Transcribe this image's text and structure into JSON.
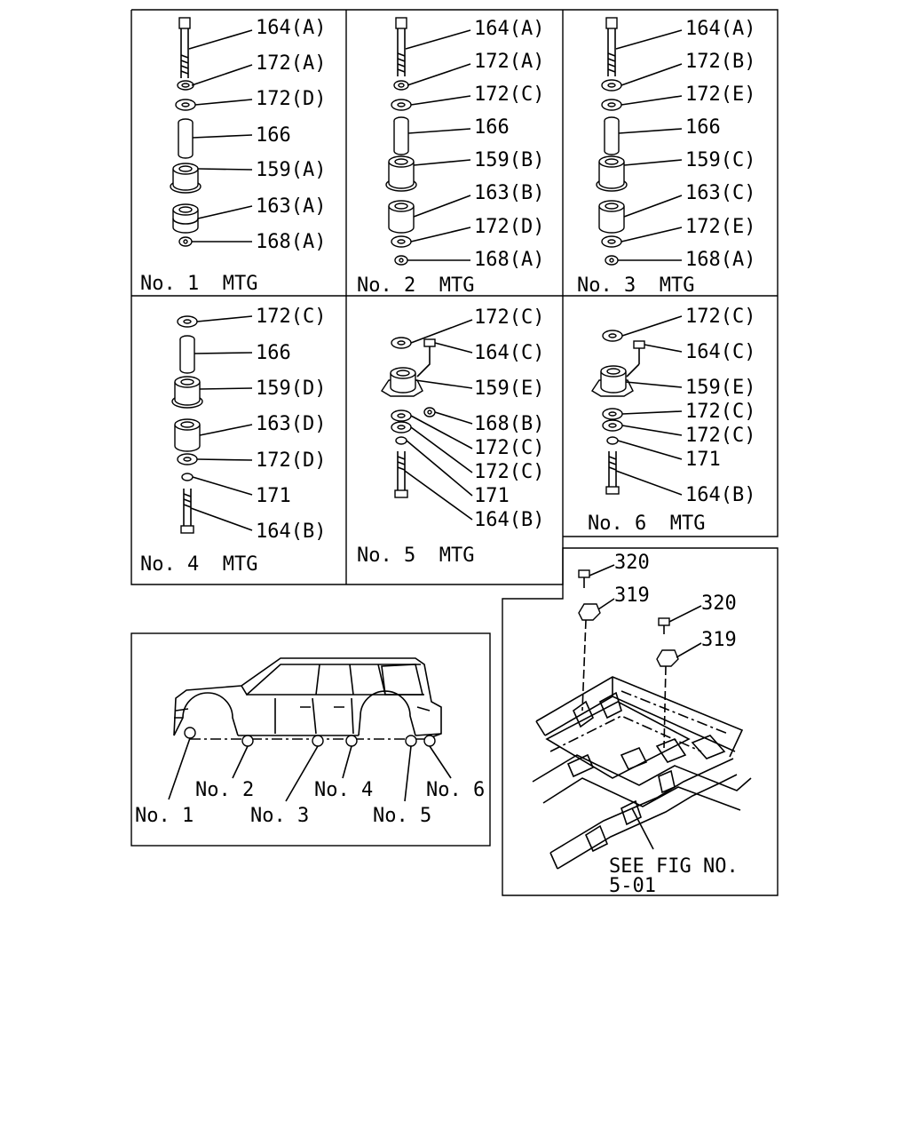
{
  "panels": {
    "mtg1": {
      "title": "No. 1  MTG",
      "labels": [
        "164(A)",
        "172(A)",
        "172(D)",
        "166",
        "159(A)",
        "163(A)",
        "168(A)"
      ]
    },
    "mtg2": {
      "title": "No. 2  MTG",
      "labels": [
        "164(A)",
        "172(A)",
        "172(C)",
        "166",
        "159(B)",
        "163(B)",
        "172(D)",
        "168(A)"
      ]
    },
    "mtg3": {
      "title": "No. 3  MTG",
      "labels": [
        "164(A)",
        "172(B)",
        "172(E)",
        "166",
        "159(C)",
        "163(C)",
        "172(E)",
        "168(A)"
      ]
    },
    "mtg4": {
      "title": "No. 4  MTG",
      "labels": [
        "172(C)",
        "166",
        "159(D)",
        "163(D)",
        "172(D)",
        "171",
        "164(B)"
      ]
    },
    "mtg5": {
      "title": "No. 5  MTG",
      "labels": [
        "172(C)",
        "164(C)",
        "159(E)",
        "168(B)",
        "172(C)",
        "172(C)",
        "171",
        "164(B)"
      ]
    },
    "mtg6": {
      "title": "No. 6  MTG",
      "labels": [
        "172(C)",
        "164(C)",
        "159(E)",
        "172(C)",
        "172(C)",
        "171",
        "164(B)"
      ]
    }
  },
  "vehicle": {
    "positions": [
      "No. 1",
      "No. 2",
      "No. 3",
      "No. 4",
      "No. 5",
      "No. 6"
    ]
  },
  "frame": {
    "labels": [
      "320",
      "319",
      "320",
      "319"
    ],
    "reference_line1": "SEE FIG NO.",
    "reference_line2": "5-01"
  }
}
